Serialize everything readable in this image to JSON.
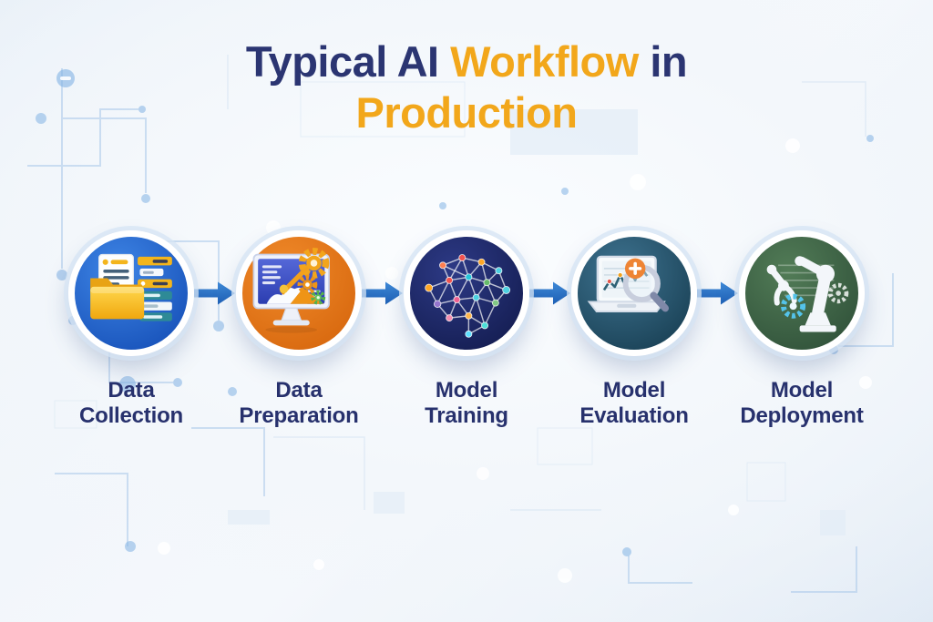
{
  "title": {
    "part1": "Typical AI",
    "part2": "Workflow",
    "part3": "in",
    "line2": "Production"
  },
  "colors": {
    "title_navy": "#2b3572",
    "title_orange": "#f2a71b",
    "label_navy": "#27316d",
    "arrow_blue": "#2471c8",
    "background_tint": "#edf3fa"
  },
  "steps": [
    {
      "name": "data-collection",
      "label_line1": "Data",
      "label_line2": "Collection",
      "icon": "folder-documents-data-icon",
      "circle_gradient": [
        "#3f86e6",
        "#1a55bc"
      ]
    },
    {
      "name": "data-preparation",
      "label_line1": "Data",
      "label_line2": "Preparation",
      "icon": "monitor-gears-icon",
      "circle_gradient": [
        "#f08a2a",
        "#d96a10"
      ]
    },
    {
      "name": "model-training",
      "label_line1": "Model",
      "label_line2": "Training",
      "icon": "neural-network-icon",
      "circle_gradient": [
        "#2d3a86",
        "#161f55"
      ]
    },
    {
      "name": "model-evaluation",
      "label_line1": "Model",
      "label_line2": "Evaluation",
      "icon": "laptop-chart-magnifier-icon",
      "circle_gradient": [
        "#3e7390",
        "#1c4459"
      ]
    },
    {
      "name": "model-deployment",
      "label_line1": "Model",
      "label_line2": "Deployment",
      "icon": "robot-arm-gears-icon",
      "circle_gradient": [
        "#527c57",
        "#33553c"
      ]
    }
  ]
}
